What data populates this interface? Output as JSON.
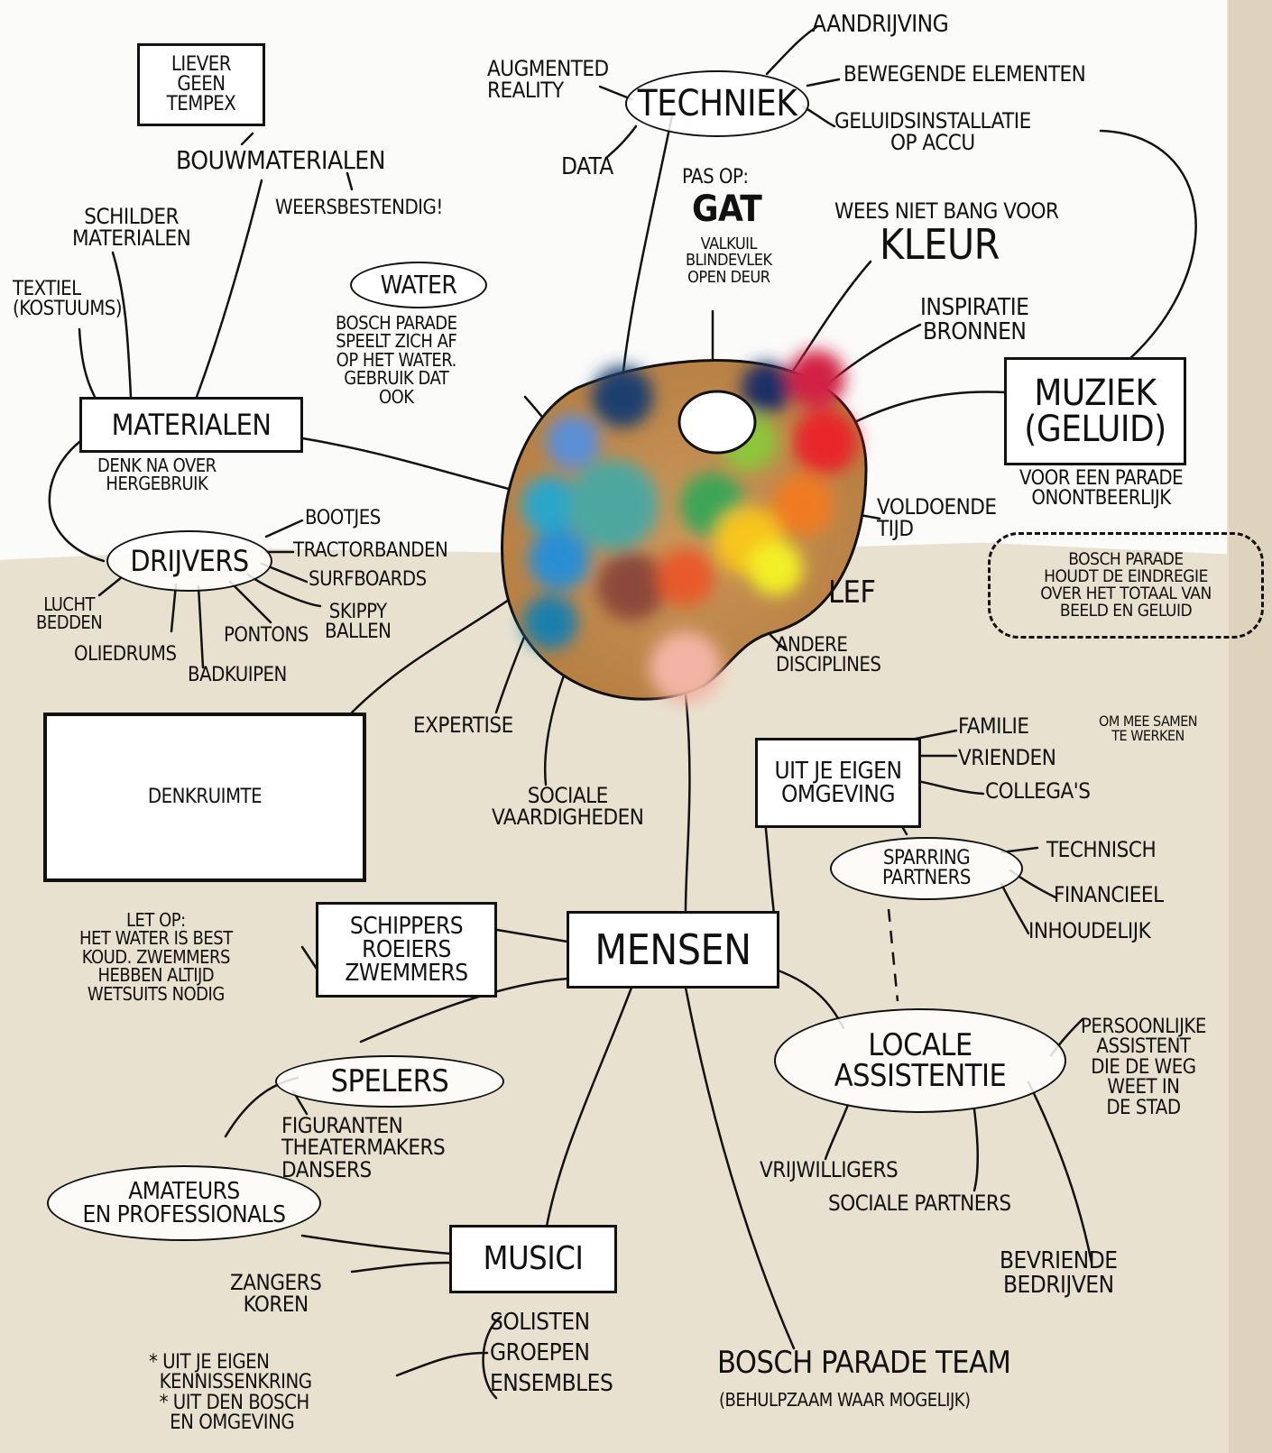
{
  "center": {
    "label": "MENSEN"
  },
  "techniek": {
    "label": "TECHNIEK",
    "items": [
      "AANDRIJVING",
      "BEWEGENDE ELEMENTEN",
      "GELUIDSINSTALLATIE\nOP ACCU",
      "AUGMENTED\nREALITY",
      "DATA"
    ]
  },
  "materialen": {
    "label": "MATERIALEN",
    "note": "DENK NA OVER\nHERGEBRUIK",
    "lever_geen_tempex": "LIEVER\nGEEN\nTEMPEX",
    "bouwmaterialen": "BOUWMATERIALEN",
    "weersbestendig": "WEERSBESTENDIG!",
    "schildermaterialen": "SCHILDER\nMATERIALEN",
    "textiel": "TEXTIEL\n(KOSTUUMS)"
  },
  "water": {
    "label": "WATER",
    "note": "BOSCH PARADE\nSPEELT ZICH AF\nOP HET WATER.\nGEBRUIK DAT\nOOK"
  },
  "gat": {
    "pas_op": "PAS OP:",
    "label": "GAT",
    "note": "VALKUIL\nBLINDEVLEK\nOPEN DEUR"
  },
  "kleur": {
    "prefix": "WEES NIET BANG VOOR",
    "label": "KLEUR"
  },
  "inspiratie": "INSPIRATIE\nBRONNEN",
  "muziek": {
    "label": "MUZIEK\n(GELUID)",
    "note": "VOOR EEN PARADE\nONONTBEERLIJK"
  },
  "bosch_note": "BOSCH PARADE\nHOUDT DE EINDREGIE\nOVER HET TOTAAL VAN\nBEELD EN GELUID",
  "voldoende_tijd": "VOLDOENDE\nTIJD",
  "lef": "LEF",
  "andere_disciplines": "ANDERE\nDISCIPLINES",
  "drijvers": {
    "label": "DRIJVERS",
    "items": [
      "BOOTJES",
      "TRACTORBANDEN",
      "SURFBOARDS",
      "SKIPPY\nBALLEN",
      "PONTONS",
      "BADKUIPEN",
      "OLIEDRUMS",
      "LUCHT\nBEDDEN"
    ]
  },
  "denkruimte": "DENKRUIMTE",
  "expertise": "EXPERTISE",
  "sociale_vaardigheden": "SOCIALE\nVAARDIGHEDEN",
  "uit_je_eigen_omgeving": {
    "label": "UIT JE EIGEN\nOMGEVING",
    "items": [
      "FAMILIE",
      "VRIENDEN",
      "COLLEGA'S"
    ],
    "note": "OM MEE SAMEN\nTE WERKEN"
  },
  "sparring": {
    "label": "SPARRING\nPARTNERS",
    "items": [
      "TECHNISCH",
      "FINANCIEEL",
      "INHOUDELIJK"
    ]
  },
  "schippers": {
    "label": "SCHIPPERS\nROEIERS\nZWEMMERS",
    "note": "LET OP:\nHET WATER IS BEST\nKOUD. ZWEMMERS\nHEBBEN ALTIJD\nWETSUITS NODIG"
  },
  "locale": {
    "label": "LOCALE\nASSISTENTIE",
    "note": "PERSOONLIJKE\nASSISTENT\nDIE DE WEG\nWEET IN\nDE STAD",
    "items": [
      "VRIJWILLIGERS",
      "SOCIALE PARTNERS",
      "BEVRIENDE\nBEDRIJVEN"
    ]
  },
  "spelers": {
    "label": "SPELERS",
    "items": "FIGURANTEN\nTHEATERMAKERS\nDANSERS"
  },
  "amateurs": "AMATEURS\nEN PROFESSIONALS",
  "musici": {
    "label": "MUSICI",
    "zangers": "ZANGERS\nKOREN",
    "groups": "SOLISTEN\nGROEPEN\nENSEMBLES",
    "sources": "* UIT JE EIGEN\n  KENNISSENKRING\n  * UIT DEN BOSCH\n    EN OMGEVING"
  },
  "team": {
    "label": "BOSCH PARADE TEAM",
    "note": "(BEHULPZAAM WAAR MOGELIJK)"
  }
}
